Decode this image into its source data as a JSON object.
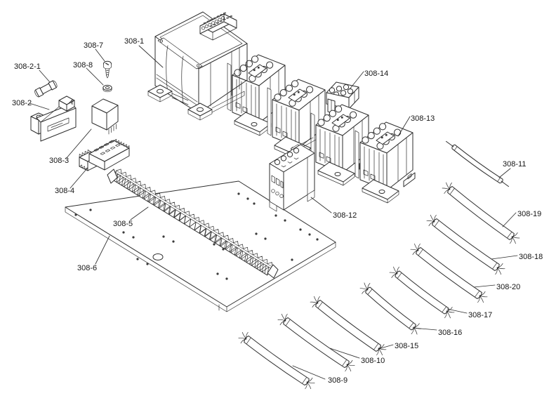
{
  "diagram": {
    "type": "exploded-parts-line-diagram",
    "colors": {
      "line": "#2e2e2e",
      "text": "#141414",
      "background": "#ffffff"
    },
    "parts": [
      {
        "label": "308-1",
        "shape": "transformer"
      },
      {
        "label": "308-2",
        "shape": "fuse-holder"
      },
      {
        "label": "308-2-1",
        "shape": "fuse"
      },
      {
        "label": "308-3",
        "shape": "relay"
      },
      {
        "label": "308-4",
        "shape": "relay-socket"
      },
      {
        "label": "308-5",
        "shape": "terminal-strip"
      },
      {
        "label": "308-6",
        "shape": "mounting-plate"
      },
      {
        "label": "308-7",
        "shape": "screw"
      },
      {
        "label": "308-8",
        "shape": "washer"
      },
      {
        "label": "308-9",
        "shape": "cable"
      },
      {
        "label": "308-10",
        "shape": "cable"
      },
      {
        "label": "308-11",
        "shape": "wire"
      },
      {
        "label": "308-12",
        "shape": "overload-relay"
      },
      {
        "label": "308-13",
        "shape": "contactor"
      },
      {
        "label": "308-14",
        "shape": "contact-block"
      },
      {
        "label": "308-15",
        "shape": "cable"
      },
      {
        "label": "308-16",
        "shape": "cable"
      },
      {
        "label": "308-17",
        "shape": "cable"
      },
      {
        "label": "308-18",
        "shape": "cable"
      },
      {
        "label": "308-19",
        "shape": "cable"
      },
      {
        "label": "308-20",
        "shape": "cable"
      }
    ]
  }
}
